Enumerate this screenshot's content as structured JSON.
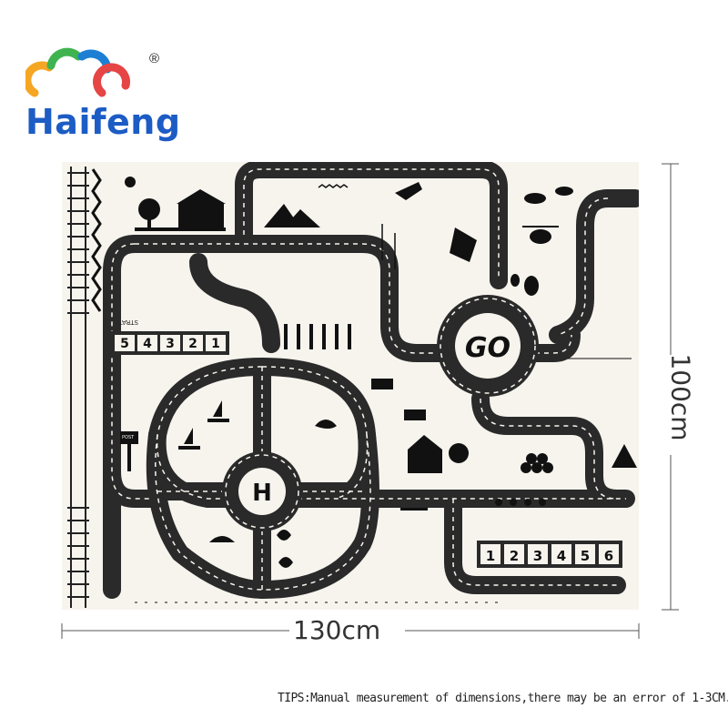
{
  "brand": {
    "name": "Haifeng",
    "registered": "®",
    "colors": {
      "text": "#1c5cc4",
      "cloud_orange": "#f5a623",
      "cloud_green": "#3fb34f",
      "cloud_blue": "#1c7fd4",
      "cloud_red": "#e64545"
    }
  },
  "mat": {
    "go_label": "GO",
    "helipad_label": "H",
    "strat_label": "STRAT",
    "post_label": "POST",
    "parking_top": [
      "5",
      "4",
      "3",
      "2",
      "1"
    ],
    "parking_bottom": [
      "1",
      "2",
      "3",
      "4",
      "5",
      "6"
    ],
    "colors": {
      "paper": "#f7f4ee",
      "road": "#2a2a2a",
      "ink": "#111111"
    }
  },
  "dimensions": {
    "width": "130cm",
    "height": "100cm"
  },
  "tips": "TIPS:Manual measurement of dimensions,there may be an error of 1-3CM."
}
